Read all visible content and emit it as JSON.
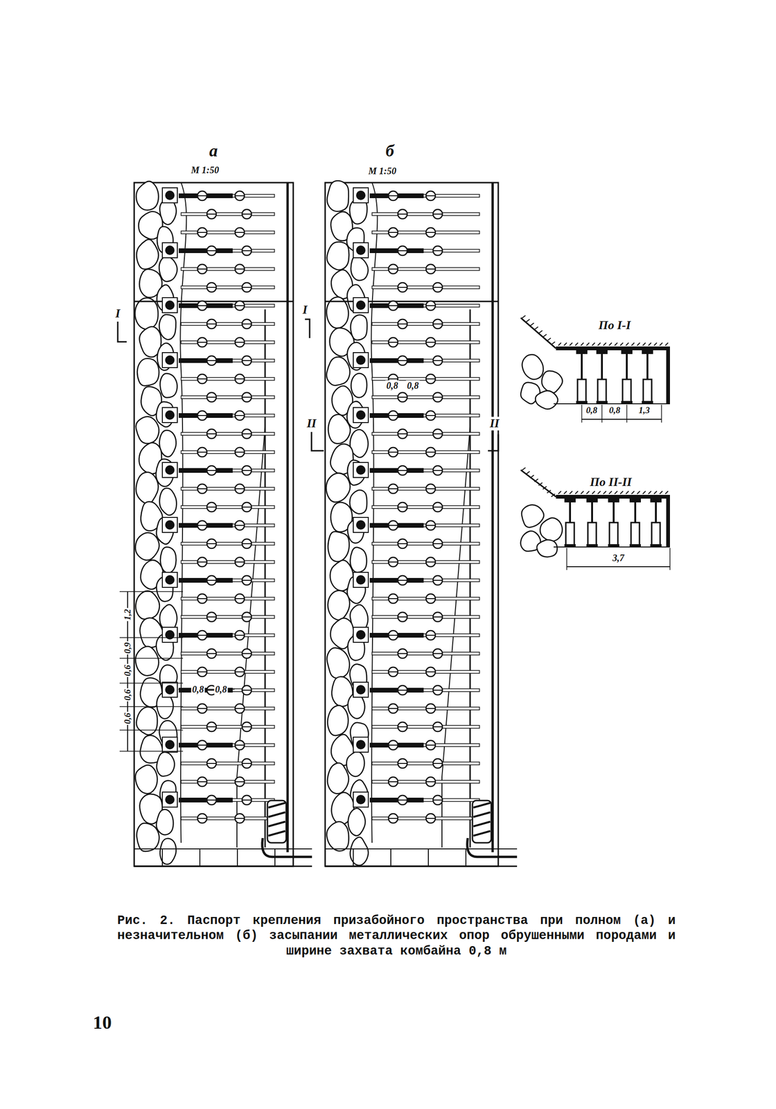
{
  "diagram": {
    "caption": "Рис. 2. Паспорт крепления призабойного пространства при полном (а) и незначительном (б) засыпании металлических опор обрушенными породами и ширине захвата комбайна 0,8 м",
    "labels": [
      "а",
      "М 1:50",
      "б",
      "М 1:50",
      "I",
      "I",
      "II",
      "II",
      "0,8",
      "0,8",
      "1,2",
      "0,9",
      "0,6",
      "0,6",
      "0,6",
      "0,8",
      "0,8",
      "По I-I",
      "0,8",
      "0,8",
      "1,3",
      "По II-II",
      "3,7",
      "10"
    ]
  }
}
